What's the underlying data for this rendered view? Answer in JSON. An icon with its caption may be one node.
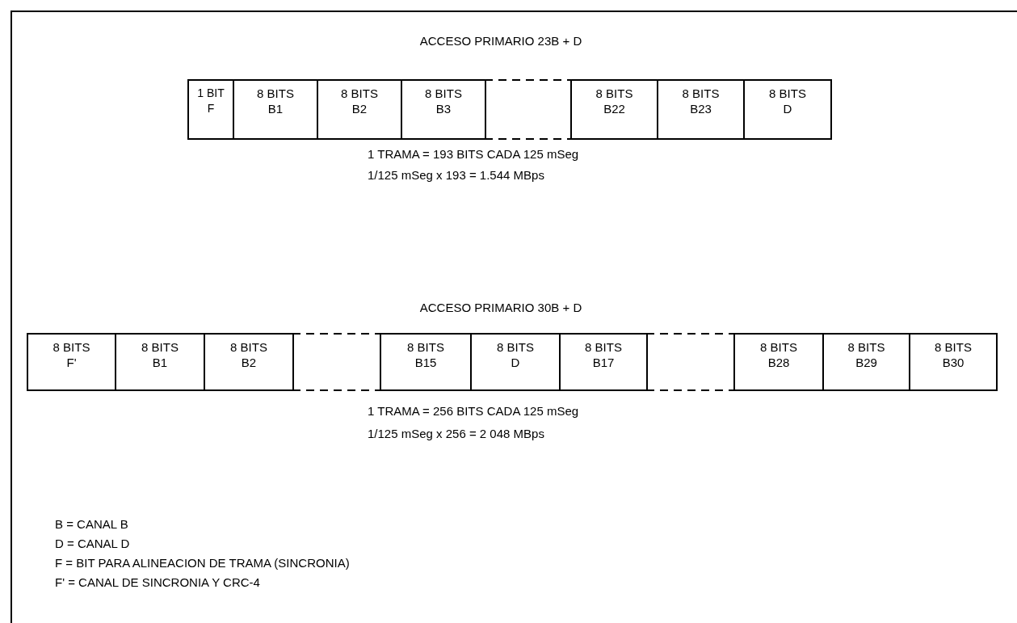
{
  "diagram": {
    "nodes": [
      {
        "text": [
          "1 BIT",
          "F"
        ]
      },
      {
        "text": [
          "8 BITS",
          "B1"
        ]
      },
      {
        "text": [
          "8 BITS",
          "B2"
        ]
      },
      {
        "text": [
          "8 BITS",
          "B3"
        ]
      },
      {
        "text": [
          "8 BITS",
          "B22"
        ]
      },
      {
        "text": [
          "8 BITS",
          "B23"
        ]
      },
      {
        "text": [
          "8 BITS",
          "D"
        ]
      },
      {
        "text": [
          "8 BITS",
          "F'"
        ]
      },
      {
        "text": [
          "8 BITS",
          "B1"
        ]
      },
      {
        "text": [
          "8 BITS",
          "B2"
        ]
      },
      {
        "text": [
          "8 BITS",
          "B15"
        ]
      },
      {
        "text": [
          "8 BITS",
          "D"
        ]
      },
      {
        "text": [
          "8 BITS",
          "B17"
        ]
      },
      {
        "text": [
          "8 BITS",
          "B28"
        ]
      },
      {
        "text": [
          "8 BITS",
          "B29"
        ]
      },
      {
        "text": [
          "8 BITS",
          "B30"
        ]
      }
    ],
    "labels": [
      "ACCESO PRIMARIO 23B + D",
      "1 TRAMA = 193 BITS CADA 125 mSeg",
      "1/125 mSeg x 193 = 1.544 MBps",
      "ACCESO PRIMARIO 30B + D",
      "1 TRAMA = 256 BITS CADA 125 mSeg",
      "1/125 mSeg x 256 = 2 048 MBps",
      "B = CANAL B",
      "D = CANAL D",
      "F = BIT PARA ALINEACION DE TRAMA (SINCRONIA)",
      "F' = CANAL DE SINCRONIA Y CRC-4"
    ]
  }
}
